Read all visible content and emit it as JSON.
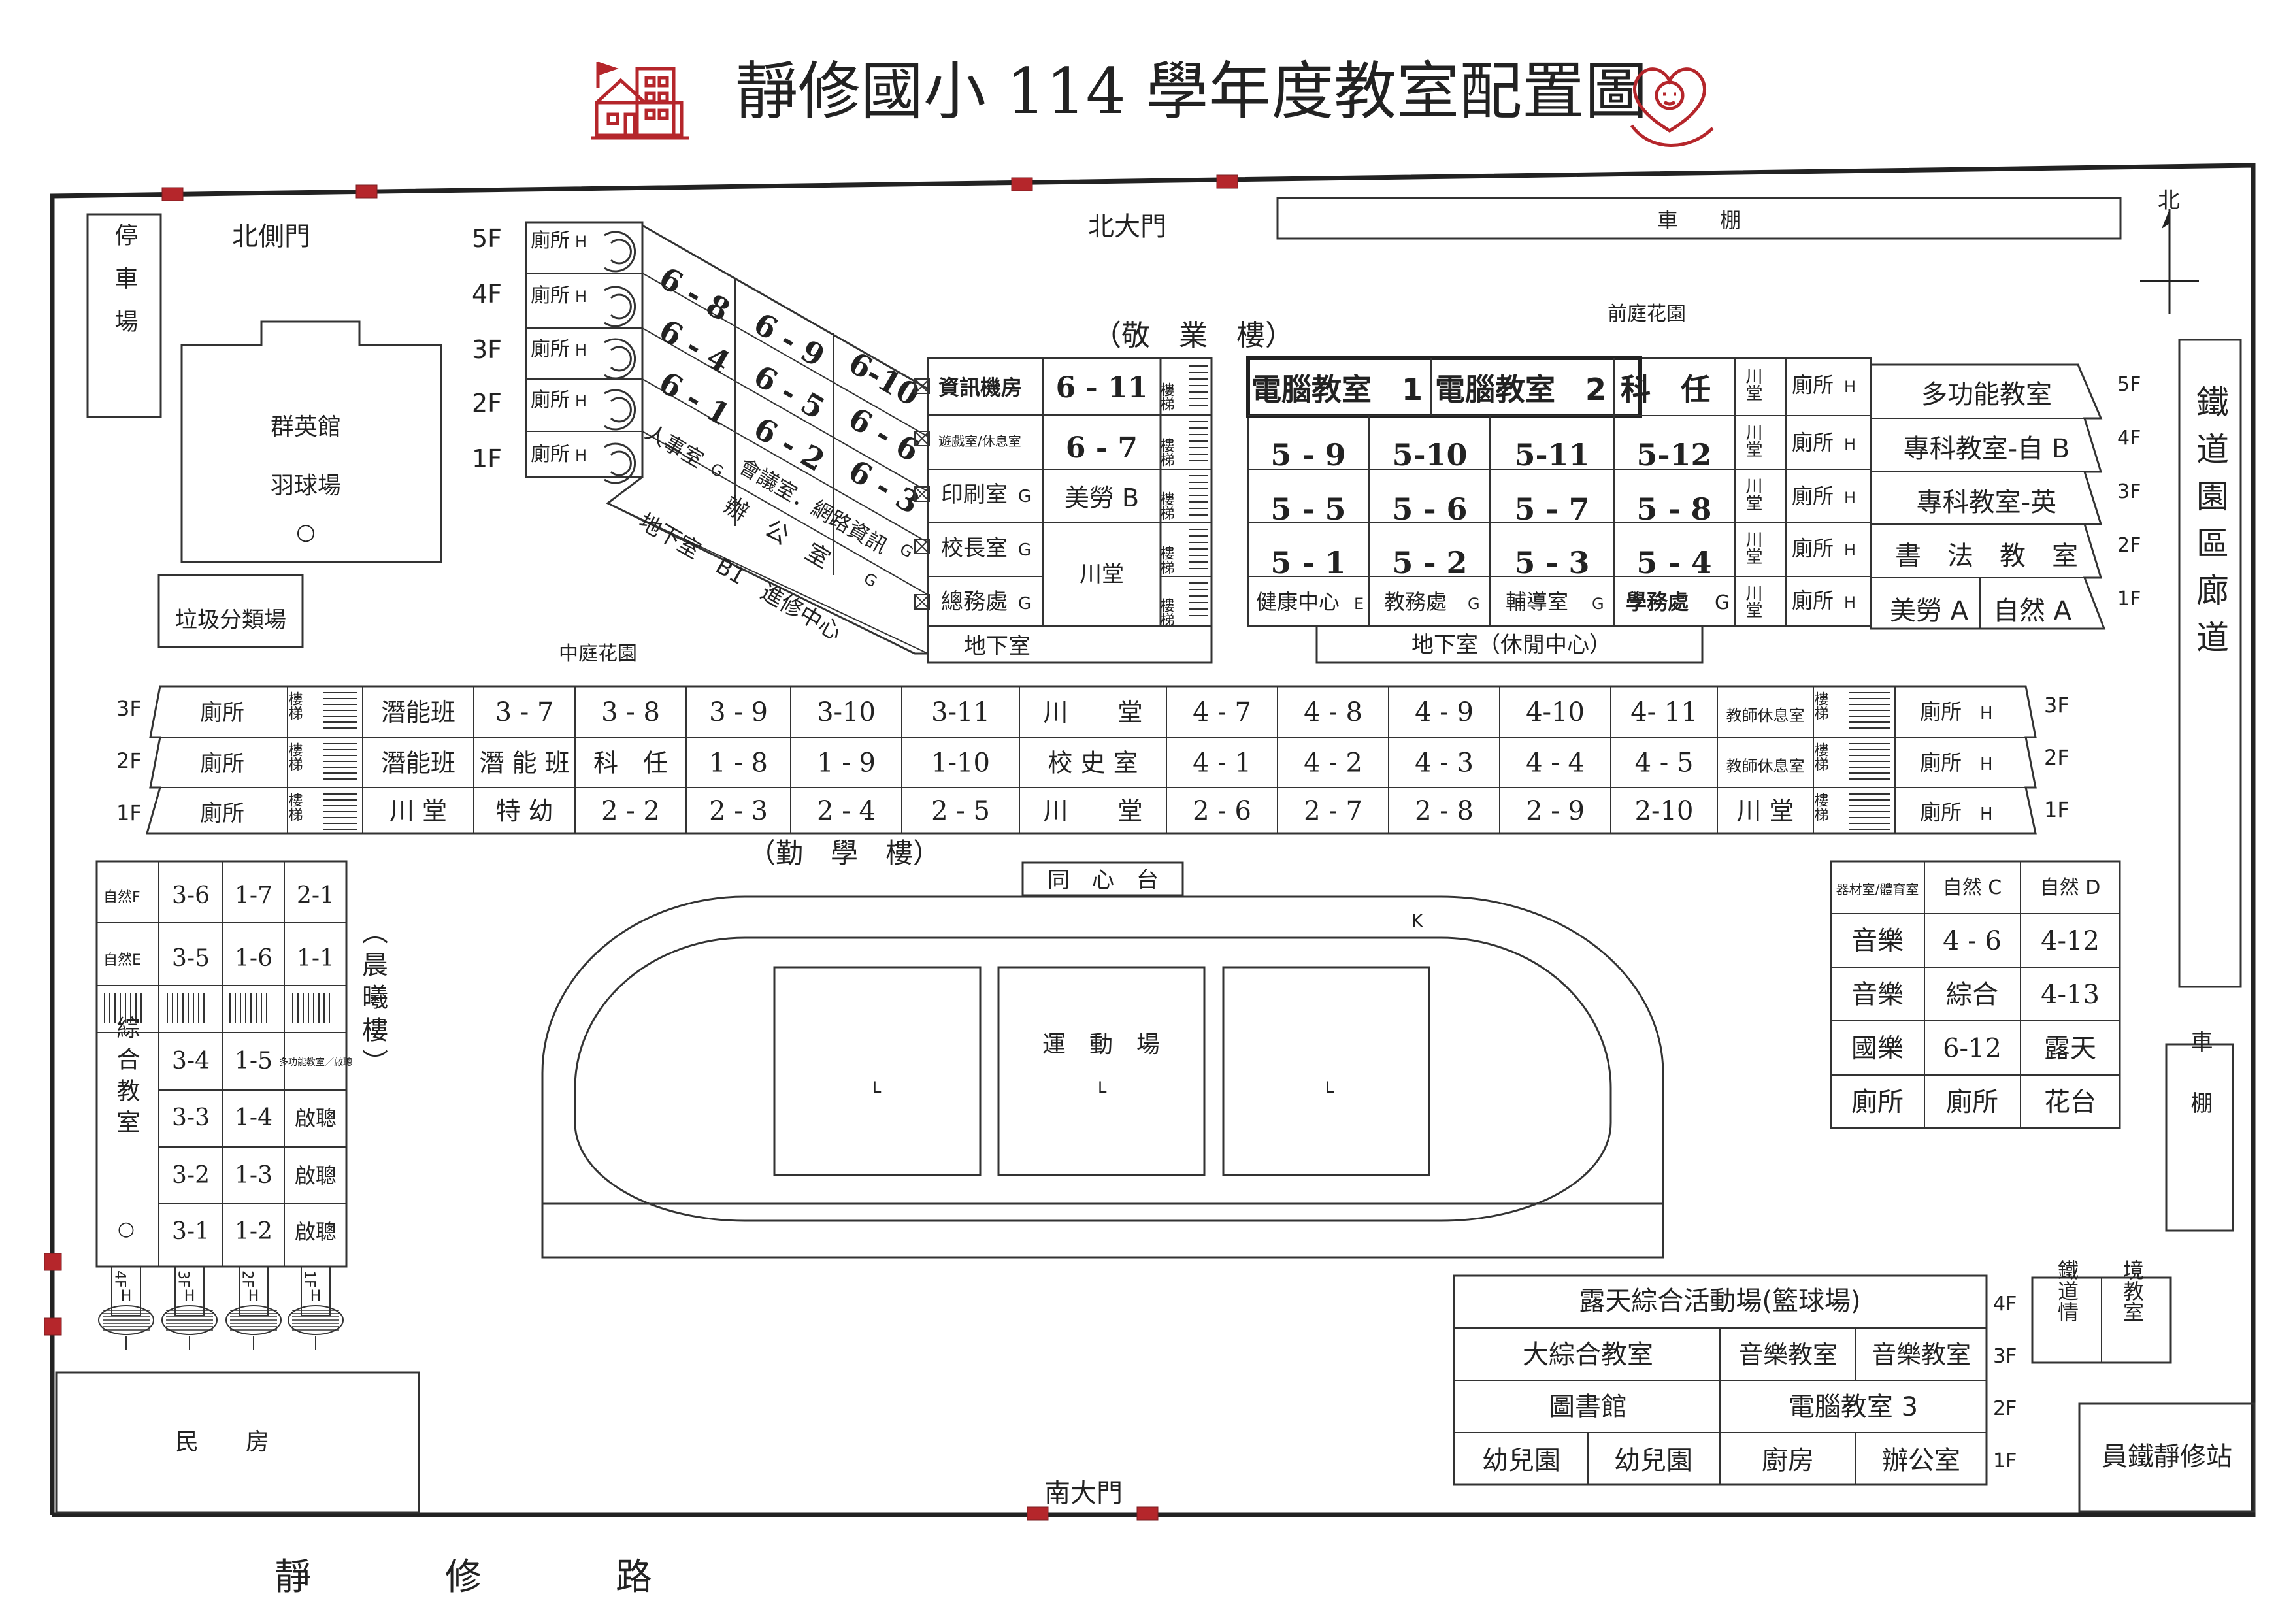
{
  "title": "靜修國小 114 學年度教室配置圖",
  "colors": {
    "accent_red": "#c0282e",
    "line": "#333333",
    "icon_red": "#c0282e"
  },
  "icons": {
    "school": "school-icon",
    "care": "heart-hand-icon",
    "compass": "north-arrow-icon"
  },
  "outer": {
    "north_side_gate": "北側門",
    "north_gate": "北大門",
    "south_gate": "南大門",
    "road": "靜修路",
    "compass": "北",
    "parking": "停車場",
    "car_shed_top": "車　　棚",
    "front_garden": "前庭花園",
    "middle_garden": "中庭花園",
    "railway": "鐵道園區廊道",
    "car_shed_right": "車棚",
    "station": "員鐵靜修站",
    "houses": "民　　房",
    "recycle": "垃圾分類場",
    "gym": {
      "name": "群英館",
      "sub": "羽球場",
      "mark": "○"
    }
  },
  "jingye": {
    "name": "（敬　業　樓）",
    "floor_labels": [
      "5F",
      "4F",
      "3F",
      "2F",
      "1F"
    ],
    "toilet": "廁所",
    "toilet_mark": "H",
    "diag_rows": [
      [
        "6 - 8",
        "6 - 9",
        "6-10"
      ],
      [
        "6 - 4",
        "6 - 5",
        "6 - 6"
      ],
      [
        "6 - 1",
        "6 - 2",
        "6 - 3"
      ]
    ],
    "diag_1f": [
      "人事室",
      "會議室．網路資訊"
    ],
    "diag_1f_marks": [
      "G",
      "G"
    ],
    "office": "辦　公　室",
    "office_mark": "G",
    "basement_b1": "地下室　B1　進修中心",
    "mid_col": [
      "資訊機房",
      "遊戲室/休息室",
      "印刷室",
      "校長室",
      "總務處"
    ],
    "mid_marks": [
      "",
      "",
      "G",
      "G",
      "G"
    ],
    "col2": [
      "6 - 11",
      "6 - 7",
      "美勞 B"
    ],
    "chuan_tang": "川堂",
    "stairs": "樓梯",
    "grid_5f": [
      "電腦教室　1",
      "電腦教室　2",
      "科　任"
    ],
    "grid_4f": [
      "5 - 9",
      "5-10",
      "5-11",
      "5-12"
    ],
    "grid_3f": [
      "5 - 5",
      "5 - 6",
      "5 - 7",
      "5 - 8"
    ],
    "grid_2f": [
      "5 - 1",
      "5 - 2",
      "5 - 3",
      "5 - 4"
    ],
    "grid_1f": [
      "健康中心",
      "教務處",
      "輔導室",
      "學務處"
    ],
    "grid_1f_marks": [
      "E",
      "G",
      "G",
      "G"
    ],
    "chuan_small": "川堂",
    "right_rooms": [
      "多功能教室",
      "專科教室-自 B",
      "專科教室-英",
      "書　法　教　室"
    ],
    "right_1f": [
      "美勞 A",
      "自然 A"
    ],
    "basement_left": "地下室",
    "basement_right": "地下室（休閒中心）"
  },
  "qinxue": {
    "name": "（勤　學　樓）",
    "floor_labels": [
      "3F",
      "2F",
      "1F"
    ],
    "toilet": "廁所",
    "stairs": "樓梯",
    "rows": [
      [
        "潛能班",
        "3 - 7",
        "3 - 8",
        "3 - 9",
        "3-10",
        "3-11",
        "川　　堂",
        "4 - 7",
        "4 - 8",
        "4 - 9",
        "4-10",
        "4- 11",
        "教師休息室"
      ],
      [
        "潛能班",
        "潛 能 班",
        "科　任",
        "1 - 8",
        "1 - 9",
        "1-10",
        "校 史 室",
        "4 - 1",
        "4 - 2",
        "4 - 3",
        "4 - 4",
        "4 - 5",
        "教師休息室"
      ],
      [
        "川 堂",
        "特 幼",
        "2 - 2",
        "2 - 3",
        "2 - 4",
        "2 - 5",
        "川　　堂",
        "2 - 6",
        "2 - 7",
        "2 - 8",
        "2 - 9",
        "2-10",
        "川 堂"
      ]
    ],
    "right_toilet": "廁所",
    "right_mark": "H"
  },
  "stage": "同　心　台",
  "field": {
    "name": "運　動　場",
    "marks": [
      "L",
      "L",
      "L"
    ],
    "k_mark": "K"
  },
  "chenxi": {
    "name": "（晨曦樓）",
    "rows": [
      [
        "自然F",
        "3-6",
        "1-7",
        "2-1"
      ],
      [
        "自然E",
        "3-5",
        "1-6",
        "1-1"
      ],
      [
        "3-4",
        "1-5",
        "多功能教室／啟聰"
      ],
      [
        "3-3",
        "1-4",
        "啟聰"
      ],
      [
        "3-2",
        "1-3",
        "啟聰"
      ],
      [
        "3-1",
        "1-2",
        "啟聰"
      ]
    ],
    "multi": "綜合教室",
    "multi_mark": "○",
    "stair_floors": [
      "4F",
      "3F",
      "2F",
      "1F"
    ],
    "stair_mark": "H"
  },
  "right_block": {
    "rows": [
      [
        "器材室/體育室",
        "自然 C",
        "自然 D"
      ],
      [
        "音樂",
        "4 - 6",
        "4-12"
      ],
      [
        "音樂",
        "綜合",
        "4-13"
      ],
      [
        "國樂",
        "6-12",
        "露天"
      ],
      [
        "廁所",
        "廁所",
        "花台"
      ]
    ]
  },
  "bottom_block": {
    "row4f": "露天綜合活動場(籃球場)",
    "row3f": [
      "大綜合教室",
      "音樂教室",
      "音樂教室"
    ],
    "row2f": [
      "圖書館",
      "電腦教室 3"
    ],
    "row1f": [
      "幼兒園",
      "幼兒園",
      "廚房",
      "辦公室"
    ],
    "floors": [
      "4F",
      "3F",
      "2F",
      "1F"
    ],
    "rail_room_a": "鐵道情",
    "rail_room_b": "境教室"
  }
}
